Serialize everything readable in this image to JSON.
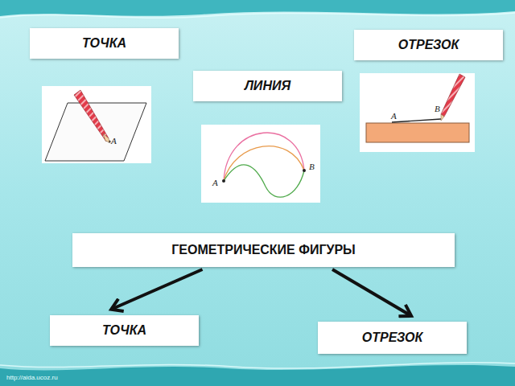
{
  "diagram": {
    "nodes": [
      {
        "text": [
          "ТОЧКА"
        ]
      },
      {
        "text": [
          "ОТРЕЗОК"
        ]
      },
      {
        "text": [
          "ЛИНИЯ"
        ]
      },
      {
        "text": [
          "ГЕОМЕТРИЧЕСКИЕ  ФИГУРЫ"
        ]
      },
      {
        "text": [
          "ТОЧКА"
        ]
      },
      {
        "text": [
          "ОТРЕЗОК"
        ]
      }
    ],
    "edges": [
      {
        "from": 3,
        "to": 4,
        "arrow": "to"
      },
      {
        "from": 3,
        "to": 5,
        "arrow": "to"
      }
    ],
    "labels": [
      "A",
      "A",
      "B",
      "A",
      "B",
      "http://aida.ucoz.ru"
    ]
  }
}
